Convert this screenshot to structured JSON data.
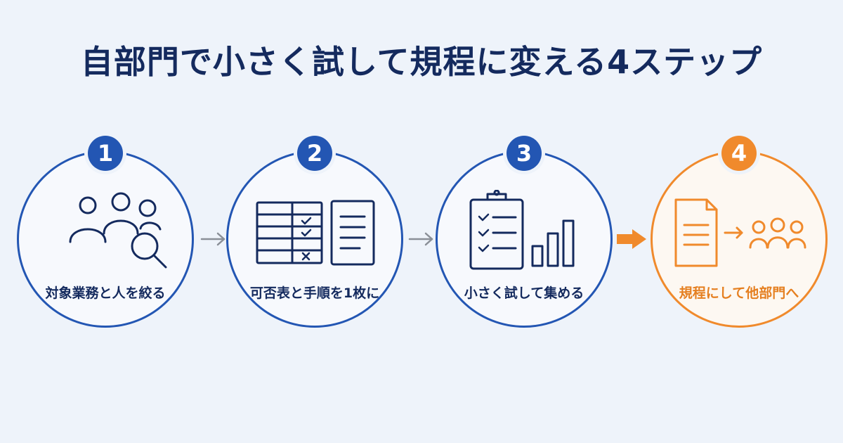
{
  "title": "自部門で小さく試して規程に変える4ステップ",
  "colors": {
    "primary": "#2356b3",
    "accent": "#f08a2c",
    "title": "#142a5e",
    "background": "#eef3fa",
    "arrow": "#8a8f97"
  },
  "steps": [
    {
      "number": "1",
      "label": "対象業務と人を絞る",
      "icon": "people-search-icon"
    },
    {
      "number": "2",
      "label": "可否表と手順を1枚に",
      "icon": "table-document-icon"
    },
    {
      "number": "3",
      "label": "小さく試して集める",
      "icon": "clipboard-chart-icon"
    },
    {
      "number": "4",
      "label": "規程にして他部門へ",
      "icon": "document-to-people-icon"
    }
  ]
}
